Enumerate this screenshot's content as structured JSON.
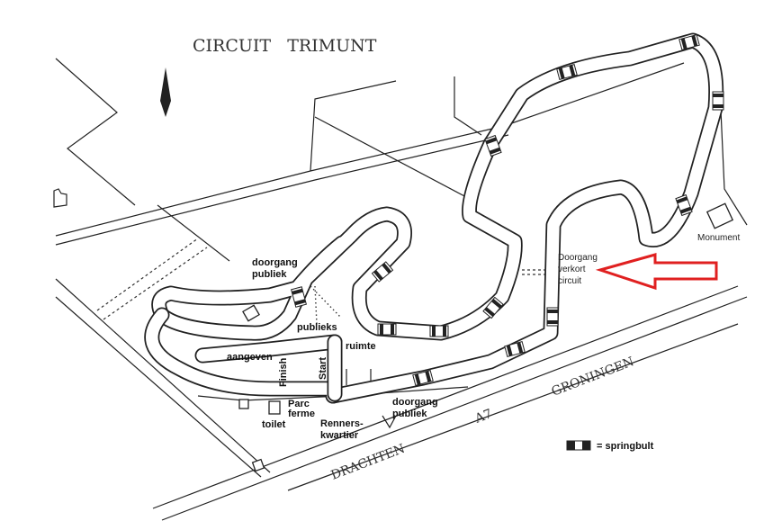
{
  "title": "CIRCUIT   TRIMUNT",
  "road_labels": {
    "groningen": "GRONINGEN",
    "a7": "A7",
    "drachten": "DRACHTEN"
  },
  "labels": {
    "doorgang_publiek_top_1": "doorgang",
    "doorgang_publiek_top_2": "publiek",
    "publieks": "publieks",
    "ruimte": "ruimte",
    "aangeven": "aangeven",
    "finish": "Finish",
    "start": "Start",
    "parc_ferme_1": "Parc",
    "parc_ferme_2": "ferme",
    "toilet": "toilet",
    "renners_1": "Renners-",
    "renners_2": "kwartier",
    "doorgang_publiek_bottom_1": "doorgang",
    "doorgang_publiek_bottom_2": "publiek",
    "doorgang_verkort_1": "Doorgang",
    "doorgang_verkort_2": "verkort",
    "doorgang_verkort_3": "circuit",
    "monument": "Monument"
  },
  "legend": {
    "springbult_label": "= springbult"
  },
  "colors": {
    "arrow": "#e02020",
    "ink": "#222222"
  }
}
